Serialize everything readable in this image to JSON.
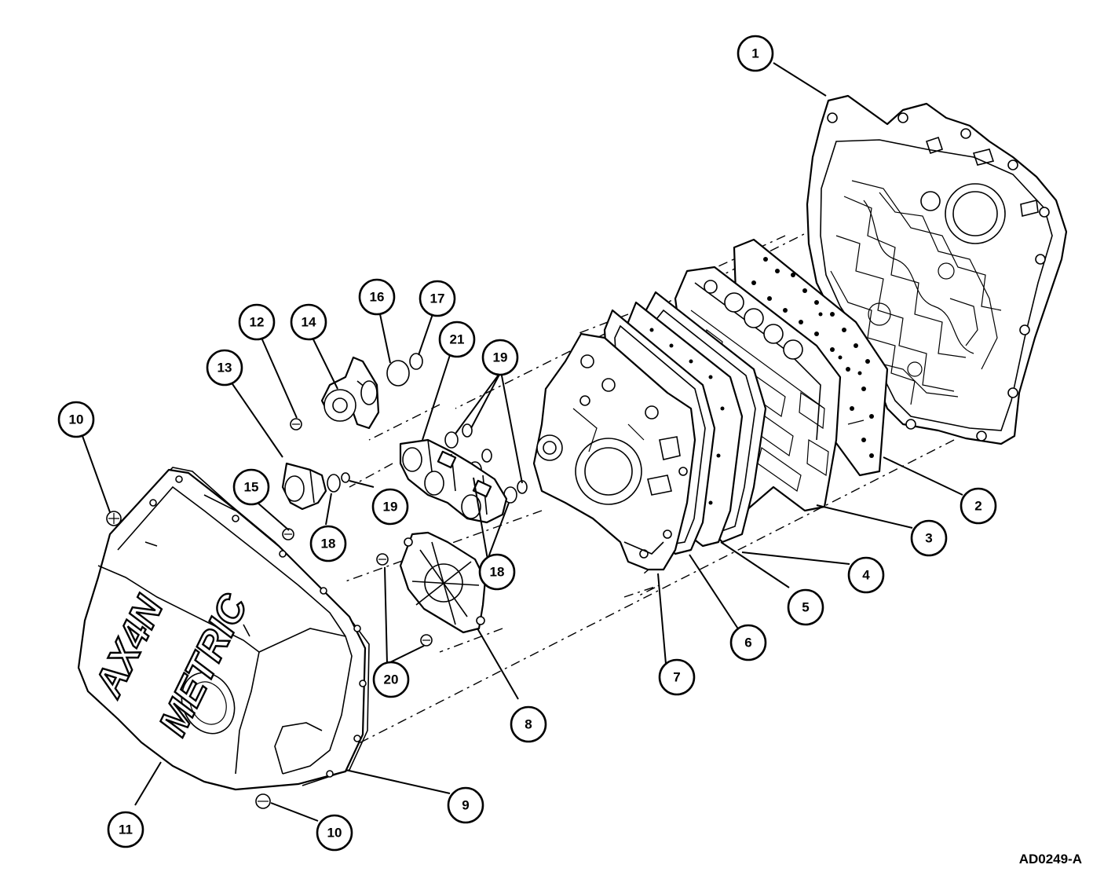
{
  "figure": {
    "reference_code": "AD0249-A",
    "pan_lettering": [
      "AX4N",
      "METRIC"
    ]
  },
  "callouts": [
    {
      "id": "c1",
      "label": "1"
    },
    {
      "id": "c2",
      "label": "2"
    },
    {
      "id": "c3",
      "label": "3"
    },
    {
      "id": "c4",
      "label": "4"
    },
    {
      "id": "c5",
      "label": "5"
    },
    {
      "id": "c6",
      "label": "6"
    },
    {
      "id": "c7",
      "label": "7"
    },
    {
      "id": "c8",
      "label": "8"
    },
    {
      "id": "c9",
      "label": "9"
    },
    {
      "id": "c10a",
      "label": "10"
    },
    {
      "id": "c10b",
      "label": "10"
    },
    {
      "id": "c11",
      "label": "11"
    },
    {
      "id": "c12",
      "label": "12"
    },
    {
      "id": "c13",
      "label": "13"
    },
    {
      "id": "c14",
      "label": "14"
    },
    {
      "id": "c15",
      "label": "15"
    },
    {
      "id": "c16",
      "label": "16"
    },
    {
      "id": "c17",
      "label": "17"
    },
    {
      "id": "c18a",
      "label": "18"
    },
    {
      "id": "c18b",
      "label": "18"
    },
    {
      "id": "c19a",
      "label": "19"
    },
    {
      "id": "c19b",
      "label": "19"
    },
    {
      "id": "c20",
      "label": "20"
    },
    {
      "id": "c21",
      "label": "21"
    }
  ]
}
